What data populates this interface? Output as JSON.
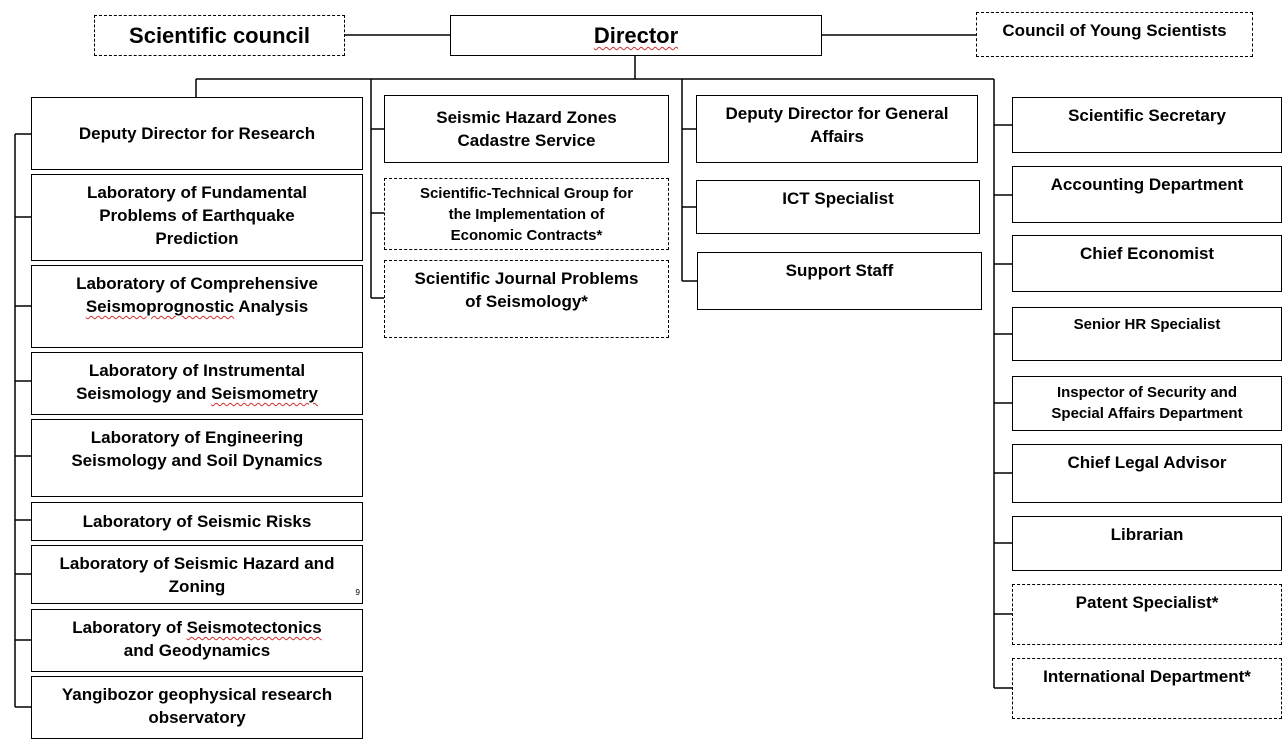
{
  "top": {
    "scientific_council": "Scientific council",
    "director": "Director",
    "council_young_scientists": "Council of Young Scientists"
  },
  "column1": {
    "deputy_research": "Deputy Director for Research",
    "lab_fundamental": "Laboratory of Fundamental\nProblems of Earthquake\nPrediction",
    "lab_comprehensive_line1": "Laboratory of Comprehensive",
    "lab_comprehensive_word": "Seismoprognostic",
    "lab_comprehensive_tail": " Analysis",
    "lab_instrumental_line1": "Laboratory of Instrumental",
    "lab_instrumental_head": "Seismology and ",
    "lab_instrumental_word": "Seismometry",
    "lab_engineering": "Laboratory of Engineering\nSeismology and Soil Dynamics",
    "lab_risks": "Laboratory of Seismic Risks",
    "lab_hazard": "Laboratory of Seismic Hazard and\nZoning",
    "lab_hazard_mark": "9",
    "lab_tectonics_head": "Laboratory of ",
    "lab_tectonics_word": "Seismotectonics",
    "lab_tectonics_line2": "and Geodynamics",
    "observatory": "Yangibozor geophysical research\nobservatory"
  },
  "column2": {
    "cadastre": "Seismic Hazard Zones\nCadastre Service",
    "sci_tech_group": "Scientific-Technical Group for\nthe Implementation of\nEconomic Contracts*",
    "journal": "Scientific Journal Problems\nof Seismology*"
  },
  "column3": {
    "deputy_general": "Deputy Director for General\nAffairs",
    "ict": "ICT Specialist",
    "support": "Support Staff"
  },
  "column4": {
    "secretary": "Scientific Secretary",
    "accounting": "Accounting Department",
    "economist": "Chief Economist",
    "hr": "Senior HR Specialist",
    "security": "Inspector of Security and\nSpecial Affairs Department",
    "legal": "Chief Legal Advisor",
    "librarian": "Librarian",
    "patent": "Patent Specialist*",
    "international": "International Department*"
  }
}
